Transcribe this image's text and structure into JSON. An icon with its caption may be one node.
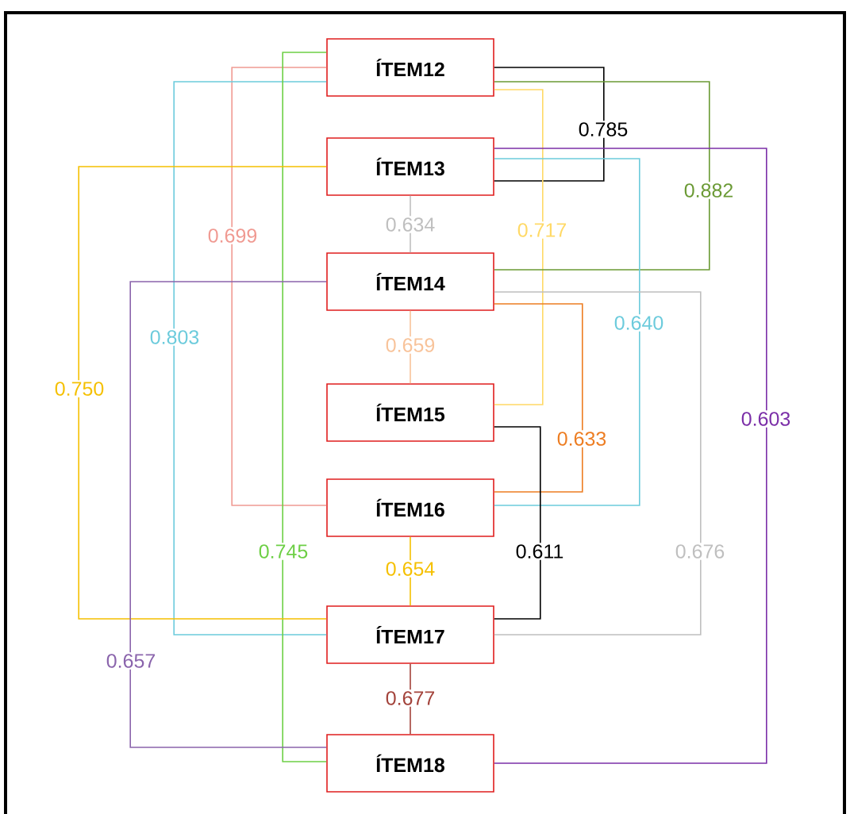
{
  "diagram": {
    "nodes": [
      {
        "text": [
          "ÍTEM12"
        ]
      },
      {
        "text": [
          "ÍTEM13"
        ]
      },
      {
        "text": [
          "ÍTEM14"
        ]
      },
      {
        "text": [
          "ÍTEM15"
        ]
      },
      {
        "text": [
          "ÍTEM16"
        ]
      },
      {
        "text": [
          "ÍTEM17"
        ]
      },
      {
        "text": [
          "ÍTEM18"
        ]
      }
    ],
    "edges": [
      {
        "from": 0,
        "to": 1,
        "arrow": "none",
        "label": "0.785",
        "color": "#000000"
      },
      {
        "from": 0,
        "to": 3,
        "arrow": "none",
        "label": "0.717",
        "color": "#ffd966"
      },
      {
        "from": 0,
        "to": 2,
        "arrow": "none",
        "label": "0.882",
        "color": "#6b9a35"
      },
      {
        "from": 0,
        "to": 4,
        "arrow": "none",
        "label": "0.699",
        "color": "#f09a92"
      },
      {
        "from": 0,
        "to": 5,
        "arrow": "none",
        "label": "0.803",
        "color": "#6ccbdc"
      },
      {
        "from": 0,
        "to": 6,
        "arrow": "none",
        "label": "0.745",
        "color": "#6dcf45"
      },
      {
        "from": 1,
        "to": 6,
        "arrow": "none",
        "label": "0.603",
        "color": "#7b2fa8"
      },
      {
        "from": 1,
        "to": 4,
        "arrow": "none",
        "label": "0.640",
        "color": "#6ccbdc"
      },
      {
        "from": 1,
        "to": 5,
        "arrow": "none",
        "label": "0.750",
        "color": "#f5c000"
      },
      {
        "from": 1,
        "to": 2,
        "arrow": "none",
        "label": "0.634",
        "color": "#bfbfbf"
      },
      {
        "from": 2,
        "to": 6,
        "arrow": "none",
        "label": "0.657",
        "color": "#8a64ac"
      },
      {
        "from": 2,
        "to": 5,
        "arrow": "none",
        "label": "0.676",
        "color": "#bfbfbf"
      },
      {
        "from": 2,
        "to": 4,
        "arrow": "none",
        "label": "0.633",
        "color": "#ed7d22"
      },
      {
        "from": 2,
        "to": 3,
        "arrow": "none",
        "label": "0.659",
        "color": "#f8c39a"
      },
      {
        "from": 3,
        "to": 5,
        "arrow": "none",
        "label": "0.611",
        "color": "#000000"
      },
      {
        "from": 4,
        "to": 5,
        "arrow": "none",
        "label": "0.654",
        "color": "#f5c000"
      },
      {
        "from": 5,
        "to": 6,
        "arrow": "none",
        "label": "0.677",
        "color": "#a3433b"
      }
    ]
  }
}
